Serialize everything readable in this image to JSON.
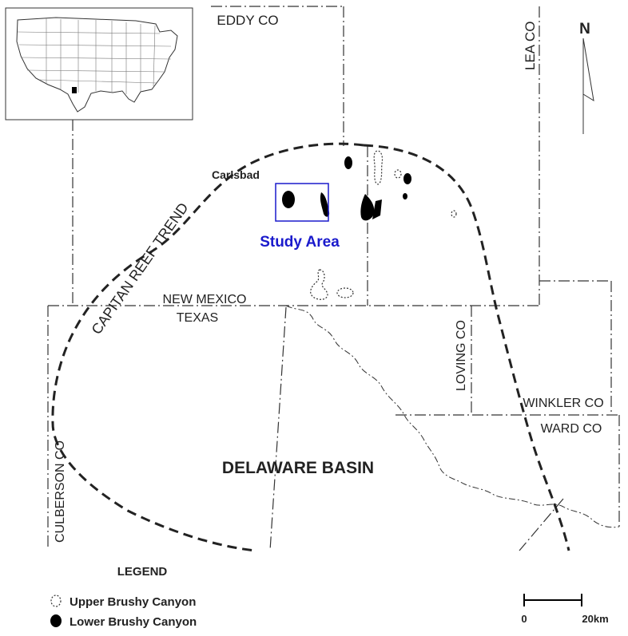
{
  "labels": {
    "eddy_co": "EDDY CO",
    "lea_co": "LEA CO",
    "north": "N",
    "carlsbad": "Carlsbad",
    "study_area": "Study Area",
    "capitan_reef_trend": "CAPITAN REEF TREND",
    "new_mexico": "NEW MEXICO",
    "texas": "TEXAS",
    "loving_co": "LOVING CO",
    "winkler_co": "WINKLER CO",
    "ward_co": "WARD CO",
    "culberson_co": "CULBERSON CO",
    "delaware_basin": "DELAWARE BASIN"
  },
  "legend": {
    "title": "LEGEND",
    "items": [
      {
        "label": "Upper Brushy Canyon",
        "symbol": "upper-brushy-canyon-symbol"
      },
      {
        "label": "Lower Brushy Canyon",
        "symbol": "lower-brushy-canyon-symbol"
      }
    ]
  },
  "scale_bar": {
    "start": "0",
    "end": "20km"
  },
  "colors": {
    "study_area": "#1a1acc",
    "line": "#333333",
    "fill_dark": "#000000"
  }
}
